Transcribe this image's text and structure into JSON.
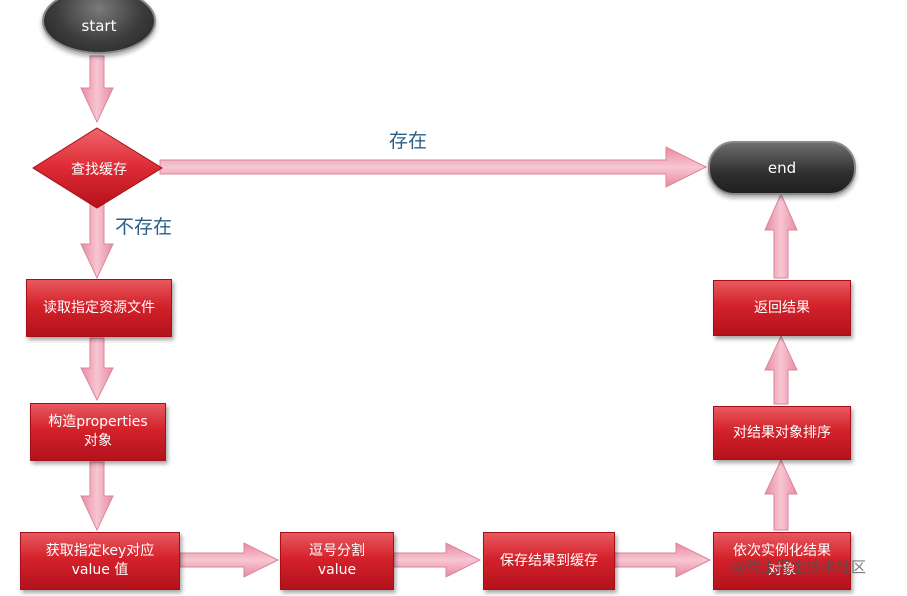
{
  "nodes": {
    "start": "start",
    "end": "end",
    "decision": "查找缓存",
    "read_resource": "读取指定资源文件",
    "build_properties_1": "构造properties",
    "build_properties_2": "对象",
    "get_value_1": "获取指定key对应",
    "get_value_2": "value 值",
    "split_1": "逗号分割",
    "split_2": "value",
    "save_cache": "保存结果到缓存",
    "instantiate_1": "依次实例化结果",
    "instantiate_2": "对象",
    "sort": "对结果对象排序",
    "return": "返回结果"
  },
  "labels": {
    "exists": "存在",
    "not_exists": "不存在"
  },
  "watermark": "@稀土掘金技术社区",
  "colors": {
    "process_red": "#d4222b",
    "arrow_pink": "#f0a3b7",
    "label_blue": "#2b5f86",
    "terminal_dark": "#333333"
  }
}
